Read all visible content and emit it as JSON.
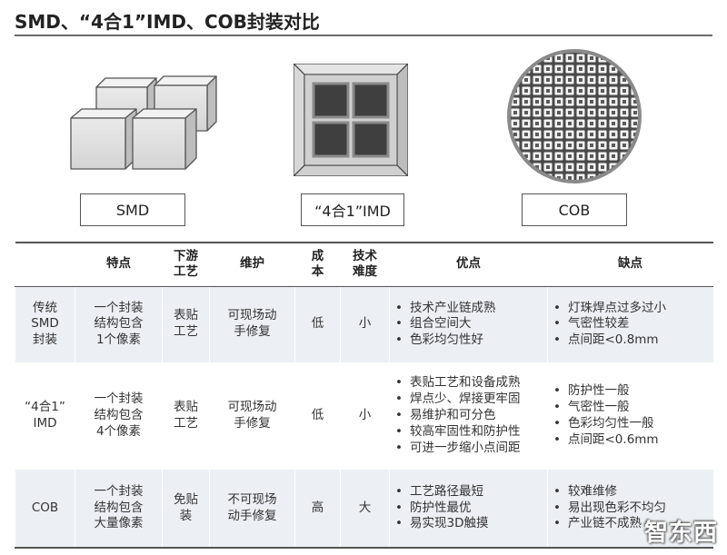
{
  "title": "SMD、“4合1”IMD、COB封装对比",
  "packages": {
    "smd": {
      "label": "SMD",
      "icon": "stacked-cubes-icon"
    },
    "imd": {
      "label": "“4合1”IMD",
      "icon": "four-pixel-frame-icon"
    },
    "cob": {
      "label": "COB",
      "icon": "chip-array-disc-icon"
    }
  },
  "table": {
    "headers": {
      "feature": "特点",
      "process": [
        "下游",
        "工艺"
      ],
      "maintenance": "维护",
      "cost": [
        "成",
        "本"
      ],
      "difficulty": [
        "技术",
        "难度"
      ],
      "pros": "优点",
      "cons": "缺点"
    },
    "rows": [
      {
        "name": [
          "传统",
          "SMD",
          "封装"
        ],
        "feature": [
          "一个封装",
          "结构包含",
          "1个像素"
        ],
        "process": [
          "表贴",
          "工艺"
        ],
        "maintenance": [
          "可现场动",
          "手修复"
        ],
        "cost": "低",
        "difficulty": "小",
        "pros": [
          "技术产业链成熟",
          "组合空间大",
          "色彩均匀性好"
        ],
        "cons": [
          "灯珠焊点过多过小",
          "气密性较差",
          "点间距<0.8mm"
        ]
      },
      {
        "name": [
          "“4合1”",
          "IMD"
        ],
        "feature": [
          "一个封装",
          "结构包含",
          "4个像素"
        ],
        "process": [
          "表贴",
          "工艺"
        ],
        "maintenance": [
          "可现场动",
          "手修复"
        ],
        "cost": "低",
        "difficulty": "小",
        "pros": [
          "表贴工艺和设备成熟",
          "焊点少、焊接更牢固",
          "易维护和可分色",
          "较高牢固性和防护性",
          "可进一步缩小点间距"
        ],
        "cons": [
          "防护性一般",
          "气密性一般",
          "色彩均匀性一般",
          "点间距<0.6mm"
        ]
      },
      {
        "name": [
          "COB"
        ],
        "feature": [
          "一个封装",
          "结构包含",
          "大量像素"
        ],
        "process": [
          "免贴",
          "装"
        ],
        "maintenance": [
          "不可现场",
          "动手修复"
        ],
        "cost": "高",
        "difficulty": "大",
        "pros": [
          "工艺路径最短",
          "防护性最优",
          "易实现3D触摸"
        ],
        "cons": [
          "较难维修",
          "易出现色彩不均匀",
          "产业链不成熟"
        ]
      }
    ]
  },
  "watermark": "智东西",
  "colors": {
    "row_shade": "#eceff4",
    "rule": "#555555",
    "chip_dark": "#444444"
  }
}
